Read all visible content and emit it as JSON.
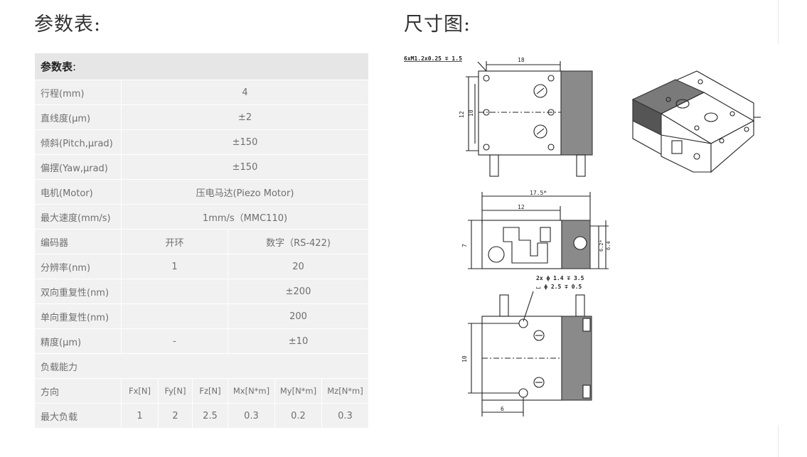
{
  "headings": {
    "params": "参数表:",
    "dimensions": "尺寸图:"
  },
  "table": {
    "title_bold": "参数表",
    "title_colon": ":",
    "rows": [
      {
        "label": "行程(mm)",
        "value": "4"
      },
      {
        "label": "直线度(μm)",
        "value": "±2"
      },
      {
        "label": "倾斜(Pitch,μrad)",
        "value": "±150"
      },
      {
        "label": "偏摆(Yaw,μrad)",
        "value": "±150"
      },
      {
        "label": "电机(Motor)",
        "value": "压电马达(Piezo Motor)"
      },
      {
        "label": "最大速度(mm/s)",
        "value": "1mm/s（MMC110)"
      },
      {
        "label": "编码器",
        "left": "开环",
        "right": "数字（RS-422)"
      },
      {
        "label": "分辨率(nm)",
        "left": "1",
        "right": "20"
      },
      {
        "label": "双向重复性(nm)",
        "left": "",
        "right": "±200"
      },
      {
        "label": "单向重复性(nm)",
        "left": "",
        "right": "200"
      },
      {
        "label": "精度(μm)",
        "left": "-",
        "right": "±10"
      },
      {
        "label": "负载能力"
      }
    ],
    "direction": {
      "label": "方向",
      "cols": [
        "Fx[N]",
        "Fy[N]",
        "Fz[N]",
        "Mx[N*m]",
        "My[N*m]",
        "Mz[N*m]"
      ]
    },
    "max_load": {
      "label": "最大负载",
      "cols": [
        "1",
        "2",
        "2.5",
        "0.3",
        "0.2",
        "0.3"
      ]
    }
  },
  "drawing": {
    "top_note": "6xM1.2x0.25 ∓ 1.5",
    "dim_18": "18",
    "dim_12": "12",
    "dim_10": "10",
    "dim_17_5": "17.5*",
    "dim_12b": "12",
    "dim_7": "7",
    "dim_6_2": "6.2*",
    "dim_6_4": "6.4",
    "hole_note_1": "2x ϕ 1.4 ∓ 3.5",
    "hole_note_2": "⌴ ϕ 2.5 ∓ 0.5",
    "dim_10b": "10",
    "dim_6": "6"
  },
  "colors": {
    "cell": "#f1f1f1",
    "title_row": "#e6e6e6",
    "motor_block": "#8a8a8a"
  }
}
